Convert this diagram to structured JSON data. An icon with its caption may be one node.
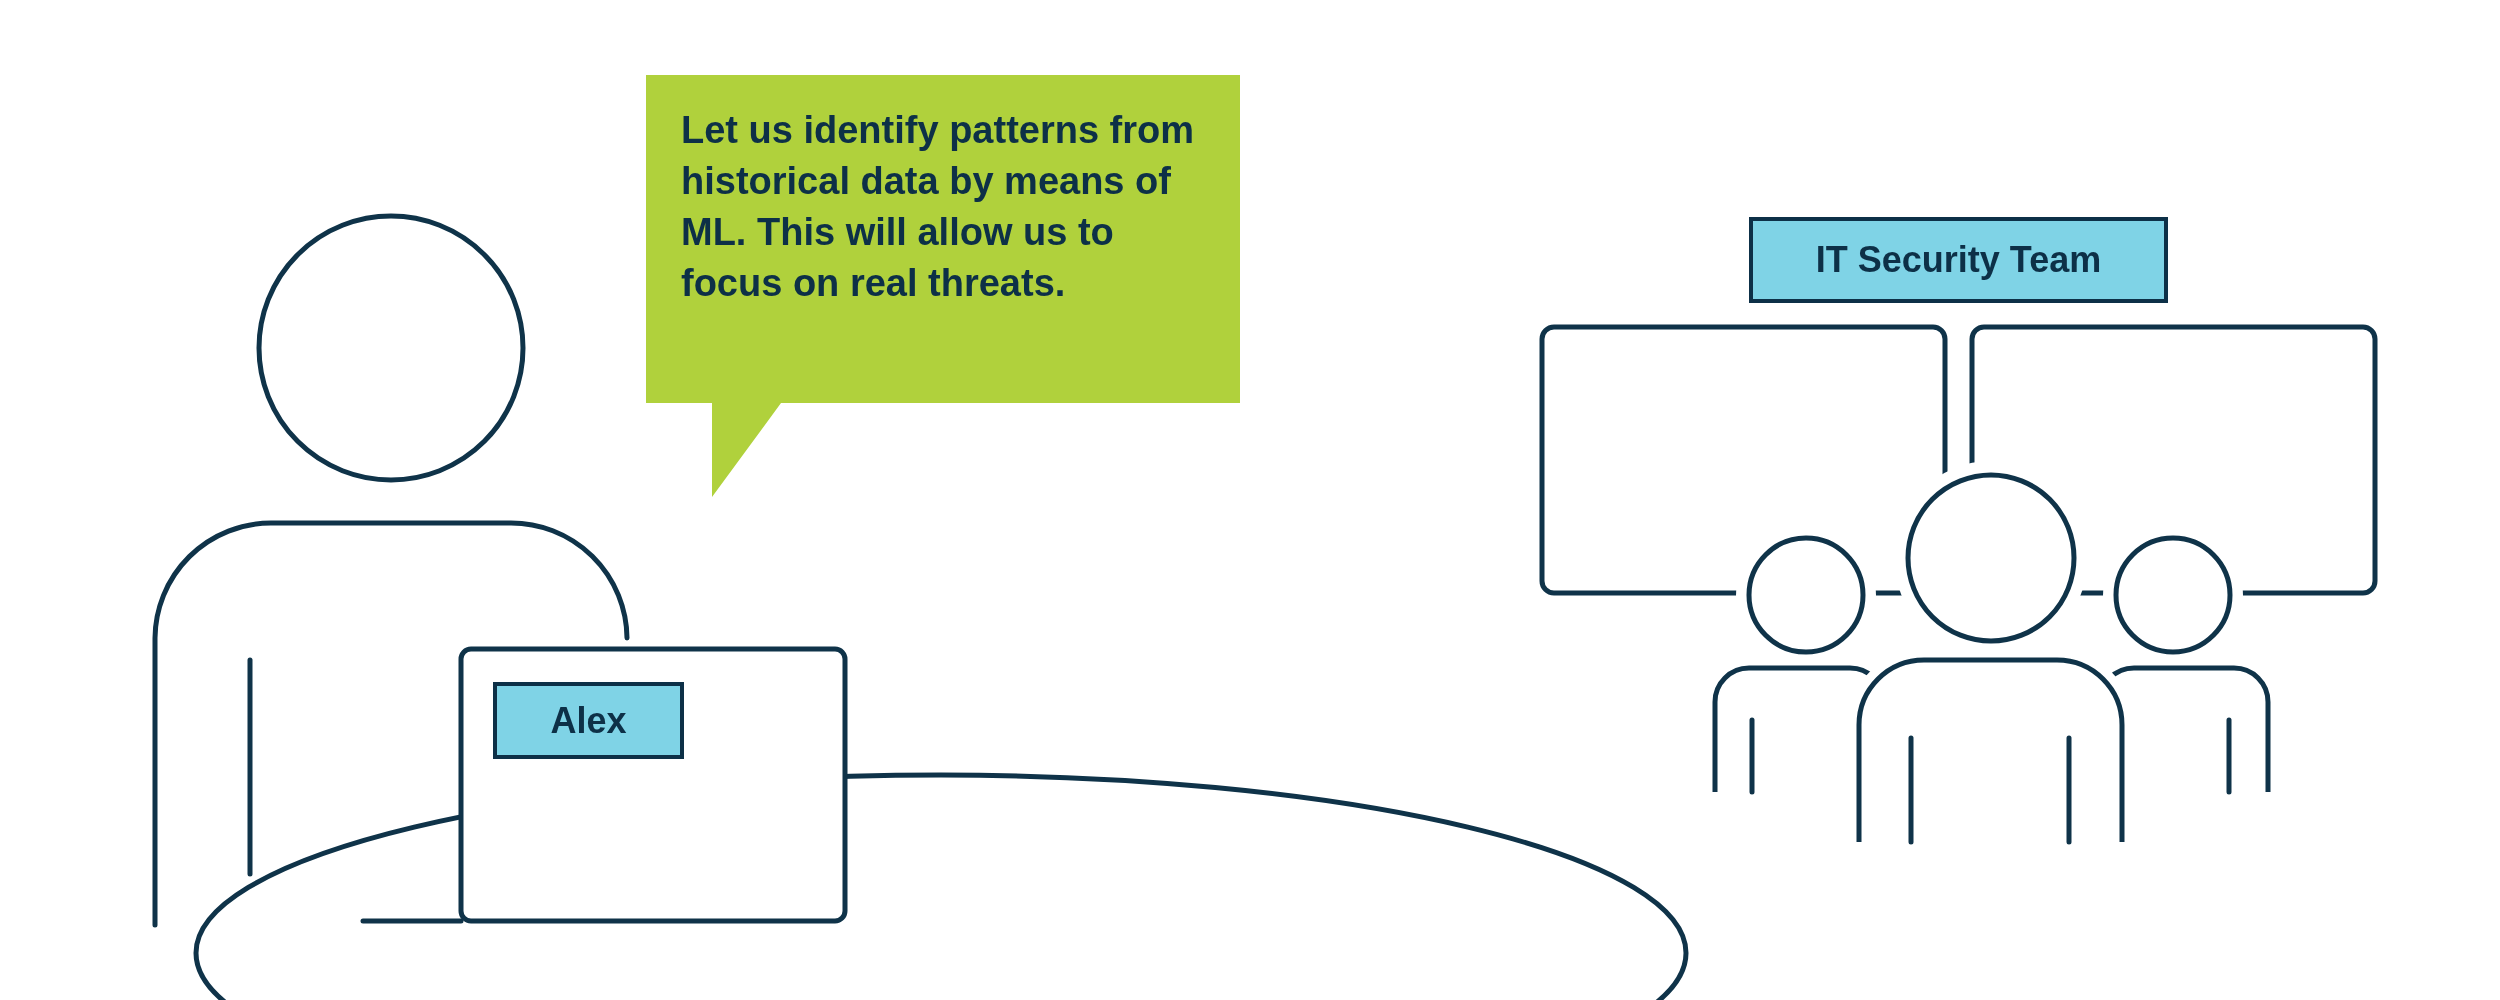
{
  "diagram": {
    "nodes": [
      {
        "text": [
          "Let us identify patterns from historical data by means of ML. This will allow us to focus on real threats."
        ]
      },
      {
        "text": [
          "Alex"
        ]
      },
      {
        "text": [
          "IT Security Team"
        ]
      }
    ]
  }
}
